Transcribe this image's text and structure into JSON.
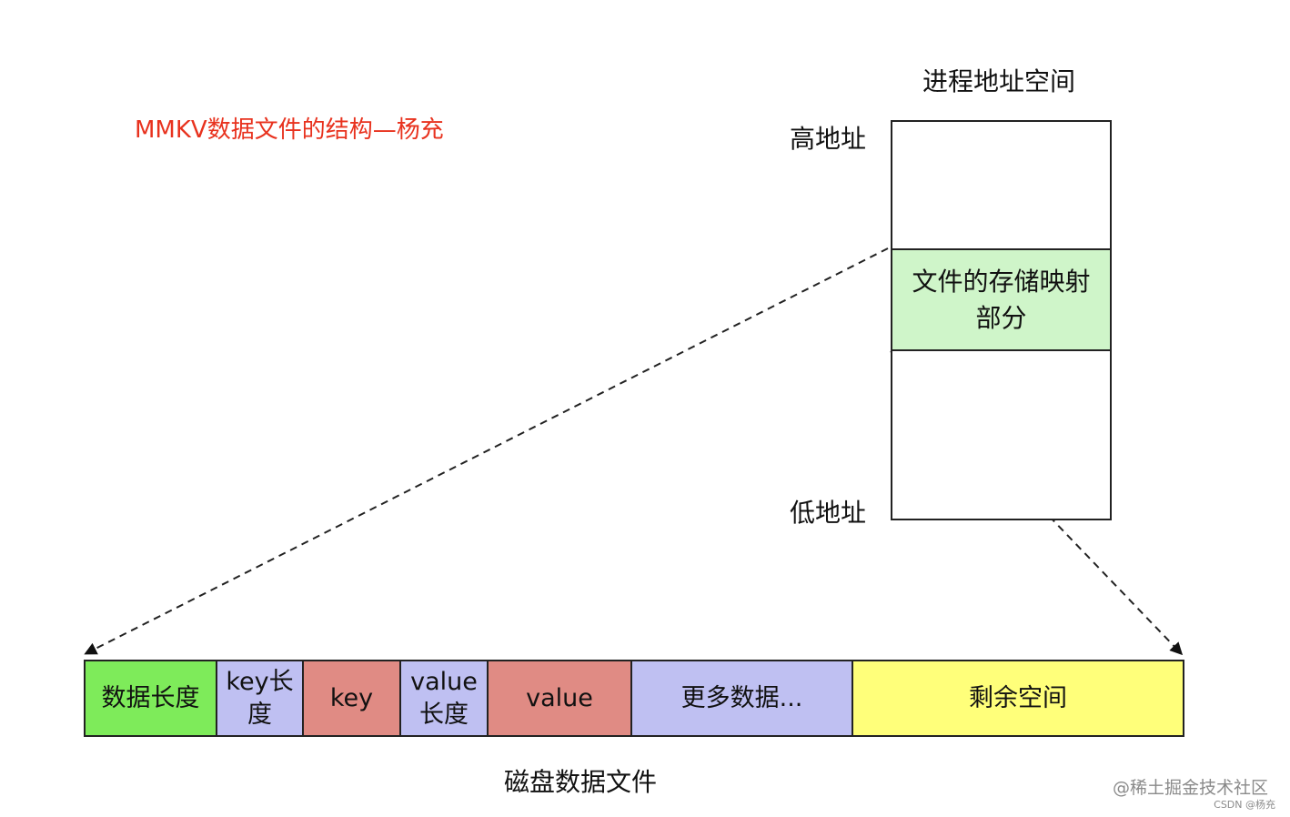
{
  "title": "MMKV数据文件的结构—杨充",
  "process_space": {
    "label": "进程地址空间",
    "high_label": "高地址",
    "low_label": "低地址",
    "mapped_label": "文件的存储映射部分"
  },
  "disk_file": {
    "label": "磁盘数据文件",
    "segments": [
      {
        "label": "数据长度",
        "color": "#7eeb5a"
      },
      {
        "label": "key长度",
        "color": "#bfc0f2"
      },
      {
        "label": "key",
        "color": "#e08b84"
      },
      {
        "label": "value长度",
        "color": "#bfc0f2"
      },
      {
        "label": "value",
        "color": "#e08b84"
      },
      {
        "label": "更多数据...",
        "color": "#bfc0f2"
      },
      {
        "label": "剩余空间",
        "color": "#ffff7a"
      }
    ]
  },
  "watermark": {
    "line1": "@稀土掘金技术社区",
    "line2": "CSDN @杨充"
  }
}
